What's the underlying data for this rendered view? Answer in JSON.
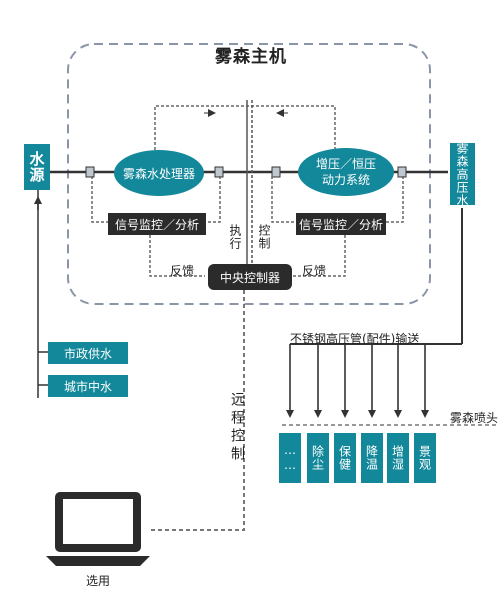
{
  "host": {
    "title": "雾森主机"
  },
  "water_source": {
    "label": "水源"
  },
  "treatment": {
    "label": "雾森水处理器"
  },
  "pump": {
    "line1": "增压／恒压",
    "line2": "动力系统"
  },
  "monitor_left": {
    "label": "信号监控／分析"
  },
  "monitor_right": {
    "label": "信号监控／分析"
  },
  "controller": {
    "label": "中央控制器"
  },
  "feedback_left": {
    "label": "反馈"
  },
  "feedback_right": {
    "label": "反馈"
  },
  "execute": {
    "label": "执行"
  },
  "control": {
    "label": "控制"
  },
  "remote": {
    "label": "远程控制"
  },
  "hp_water": {
    "label": "雾森高压水"
  },
  "pipe": {
    "label": "不锈钢高压管(配件)输送"
  },
  "nozzle": {
    "label": "雾森喷头"
  },
  "sources": [
    {
      "label": "市政供水"
    },
    {
      "label": "城市中水"
    }
  ],
  "functions": [
    {
      "label": "……"
    },
    {
      "label": "除尘"
    },
    {
      "label": "保健"
    },
    {
      "label": "降温"
    },
    {
      "label": "增湿"
    },
    {
      "label": "景观"
    }
  ],
  "computer": {
    "label": "选用"
  },
  "colors": {
    "teal": "#13889a",
    "dark": "#2b2b2b",
    "dashed_frame": "#8b95a8"
  }
}
